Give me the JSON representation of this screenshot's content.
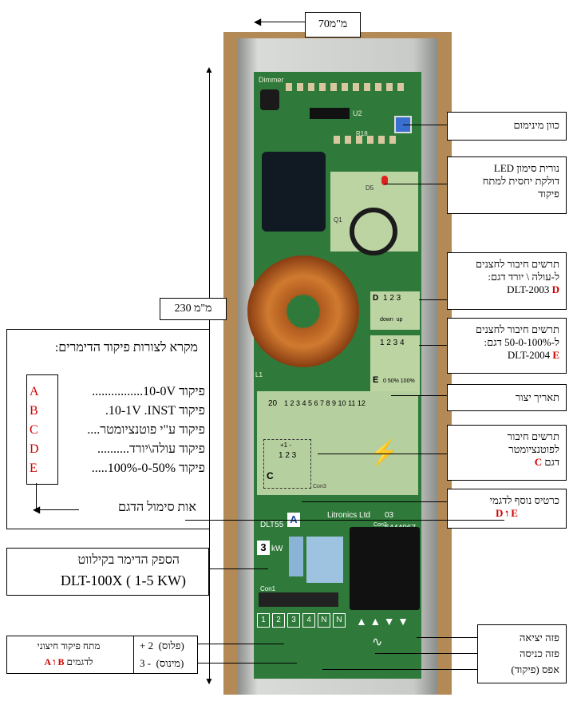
{
  "dimensions": {
    "width_label": "70מ\"מ",
    "height_label": "230 מ\"מ"
  },
  "board_text": {
    "brand": "Litronics Ltd",
    "phone": "03 6444967",
    "model": "DLT55",
    "model_letter": "A",
    "kw": "3",
    "kw_unit": "kW",
    "dimmer": "Dimmer",
    "con1": "Con1",
    "con3": "Con3",
    "con2": "Con2",
    "u2": "U2",
    "r18": "R18",
    "d5": "D5",
    "q1": "Q1",
    "l1": "L1",
    "date_20": "20",
    "date_numbers": "1 2 3 4 5 6 7 8 9 10 11 12",
    "terminals": [
      "1",
      "2",
      "3",
      "4",
      "N",
      "N"
    ],
    "d_block": {
      "letter": "D",
      "nums": "1 2 3",
      "sub": "down  up"
    },
    "e_block": {
      "letter": "E",
      "nums": "1 2 3 4",
      "sub": "0 50% 100%"
    },
    "c_block": {
      "letter": "C",
      "nums": "1 2 3",
      "sub": "+1 -"
    }
  },
  "callouts": {
    "min_adjust": "כוון מינימום",
    "led_line1": "נורית סימון LED",
    "led_line2": "דולקת יחסית למתח",
    "led_line3": "פיקוד",
    "d_line1": "תרשים חיבור לחצנים",
    "d_line2": "ל-עולה \\ יורד דגם:",
    "d_line3": "DLT-2003",
    "d_letter": "D",
    "e_line1": "תרשים חיבור לחצנים",
    "e_line2": "ל-50-0-100% דגם:",
    "e_line3": "DLT-2004",
    "e_letter": "E",
    "date": "תאריך  יצור",
    "c_line1": "תרשים חיבור",
    "c_line2": "לפוטנציומטר",
    "c_line3": "דגם",
    "c_letter": "C",
    "extra_line1": "כרטיס נוסף לדגמי",
    "extra_letters": "E ו D",
    "power_line1": "הספק  הדימר בקילווט",
    "power_line2": "DLT-100X ( 1-5 KW)",
    "out_phase": "פזה יציאה",
    "in_phase": "פזה כניסה",
    "neutral": "אפס (פיקוד)",
    "plus": "+ 2  (פלוס)",
    "minus": "3 -  (מינוס)",
    "ext_line1": "מתח פיקוד חיצוני",
    "ext_line2_pre": "לדגמים",
    "ext_letters": "A ו B"
  },
  "legend": {
    "title": "מקרא לצורות פיקוד הדימרים:",
    "items": [
      {
        "letter": "A",
        "text": "פיקוד 10-0V................"
      },
      {
        "letter": "B",
        "text": "פיקוד 10-1V   .INST."
      },
      {
        "letter": "C",
        "text": "פיקוד ע\"י פוטנציומטר...."
      },
      {
        "letter": "D",
        "text": "פיקוד עולה\\יורד.........."
      },
      {
        "letter": "E",
        "text": "פיקוד 0-50%-100%....."
      }
    ],
    "symbol_label": "אות סימול הדגם"
  }
}
